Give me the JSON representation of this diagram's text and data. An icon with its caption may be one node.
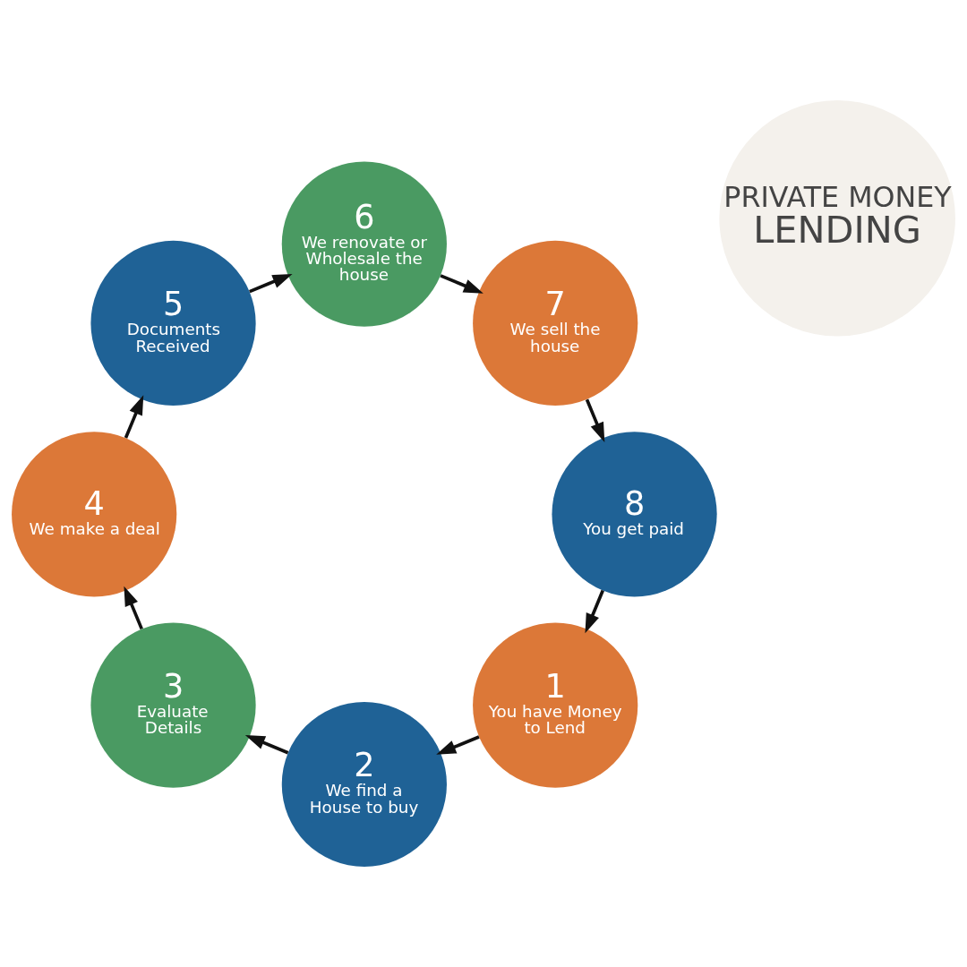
{
  "diagram": {
    "nodes": [
      {
        "text": [
          "PRIVATE MONEY",
          "LENDING"
        ]
      },
      {
        "text": [
          "1",
          "You have Money to Lend"
        ]
      },
      {
        "text": [
          "2",
          "We find a House to buy"
        ]
      },
      {
        "text": [
          "3",
          "Evaluate Details"
        ]
      },
      {
        "text": [
          "4",
          "We make a deal"
        ]
      },
      {
        "text": [
          "5",
          "Documents Received"
        ]
      },
      {
        "text": [
          "6",
          "We renovate or Wholesale the house"
        ]
      },
      {
        "text": [
          "7",
          "We sell the house"
        ]
      },
      {
        "text": [
          "8",
          "You get paid"
        ]
      }
    ],
    "edges": [
      {
        "from": 1,
        "to": 2,
        "arrow": "to"
      },
      {
        "from": 2,
        "to": 3,
        "arrow": "to"
      },
      {
        "from": 3,
        "to": 4,
        "arrow": "to"
      },
      {
        "from": 4,
        "to": 5,
        "arrow": "to"
      },
      {
        "from": 5,
        "to": 6,
        "arrow": "to"
      },
      {
        "from": 6,
        "to": 7,
        "arrow": "to"
      },
      {
        "from": 7,
        "to": 8,
        "arrow": "to"
      },
      {
        "from": 8,
        "to": 1,
        "arrow": "to"
      }
    ]
  }
}
